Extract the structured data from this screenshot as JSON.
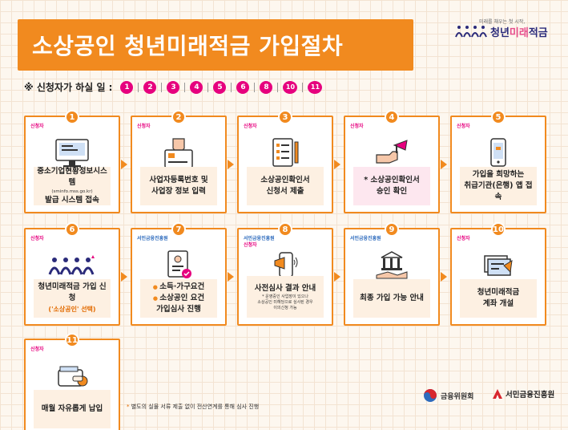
{
  "title": "소상공인 청년미래적금 가입절차",
  "logo": {
    "tagline": "미래를 채우는 첫 시작,",
    "name_prefix": "청년",
    "name_accent": "미래",
    "name_suffix": "적금"
  },
  "notice": {
    "text": "※ 신청자가 하실 일 :",
    "steps": [
      "1",
      "2",
      "3",
      "4",
      "5",
      "6",
      "8",
      "10",
      "11"
    ]
  },
  "steps": [
    {
      "num": "1",
      "role1": "신청자",
      "lines": [
        "중소기업현황정보시스템",
        "발급 시스템 접속"
      ],
      "sub": "(sminfo.mss.go.kr)"
    },
    {
      "num": "2",
      "role1": "신청자",
      "lines": [
        "사업자등록번호 및",
        "사업장 정보 입력"
      ]
    },
    {
      "num": "3",
      "role1": "신청자",
      "lines": [
        "소상공인확인서",
        "신청서 제출"
      ]
    },
    {
      "num": "4",
      "role1": "신청자",
      "lines": [
        "* 소상공인확인서",
        "승인 확인"
      ]
    },
    {
      "num": "5",
      "role1": "신청자",
      "lines": [
        "가입을 희망하는",
        "취급기관(은행) 앱 접속"
      ]
    },
    {
      "num": "6",
      "role1": "신청자",
      "lines": [
        "청년미래적금 가입 신청"
      ],
      "orange": "('소상공인' 선택)"
    },
    {
      "num": "7",
      "role1": "서민금융진흥원",
      "lines": [
        "소득·가구요건",
        "소상공인 요건",
        "가입심사 진행"
      ]
    },
    {
      "num": "8",
      "role1": "서민금융진흥원",
      "role2": "신청자",
      "lines": [
        "사전심사 결과 안내"
      ],
      "small": [
        "* 운영중인 사업장이 있으나",
        "소상공인 미해당으로 심사된 경우",
        "이의신청 가능"
      ]
    },
    {
      "num": "9",
      "role1": "서민금융진흥원",
      "lines": [
        "최종 가입 가능 안내"
      ]
    },
    {
      "num": "10",
      "role1": "신청자",
      "lines": [
        "청년미래적금",
        "계좌 개설"
      ]
    },
    {
      "num": "11",
      "role1": "신청자",
      "lines": [
        "매월 자유롭게 납입"
      ]
    }
  ],
  "footnote": {
    "star": "*",
    "text": " 별도의 실물 서류 제출 없이 전산연계를 통해 심사 진행"
  },
  "orgs": {
    "fsc": "금융위원회",
    "kinfa": "서민금융진흥원"
  },
  "colors": {
    "orange": "#f18a1f",
    "pink": "#e6007e",
    "navy": "#2a2a7a",
    "blue": "#2e6bbd"
  }
}
